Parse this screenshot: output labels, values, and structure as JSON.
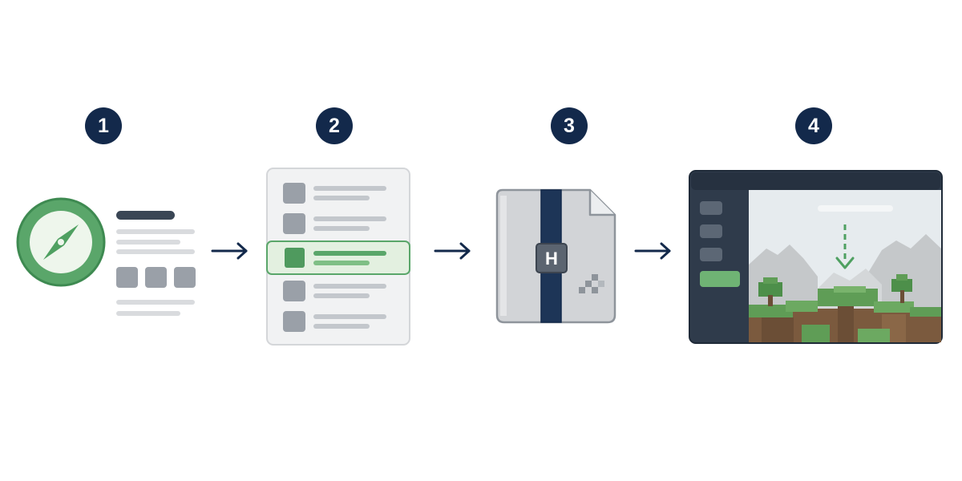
{
  "steps": [
    {
      "number": "1",
      "icon": "compass-icon"
    },
    {
      "number": "2",
      "icon": "list-select-icon"
    },
    {
      "number": "3",
      "icon": "archive-file-icon"
    },
    {
      "number": "4",
      "icon": "game-window-icon"
    }
  ],
  "archive_label": "H",
  "colors": {
    "navy": "#13294b",
    "green": "#4fa061",
    "light_green": "#e6f2e4",
    "gray": "#9aa0a8",
    "light_gray": "#d9dbde",
    "panel": "#f1f2f3",
    "sidebar": "#34404f",
    "sky": "#e6ebee",
    "grass": "#5f9d56",
    "dirt": "#7b5a3e",
    "mountain": "#c5c8ca"
  }
}
